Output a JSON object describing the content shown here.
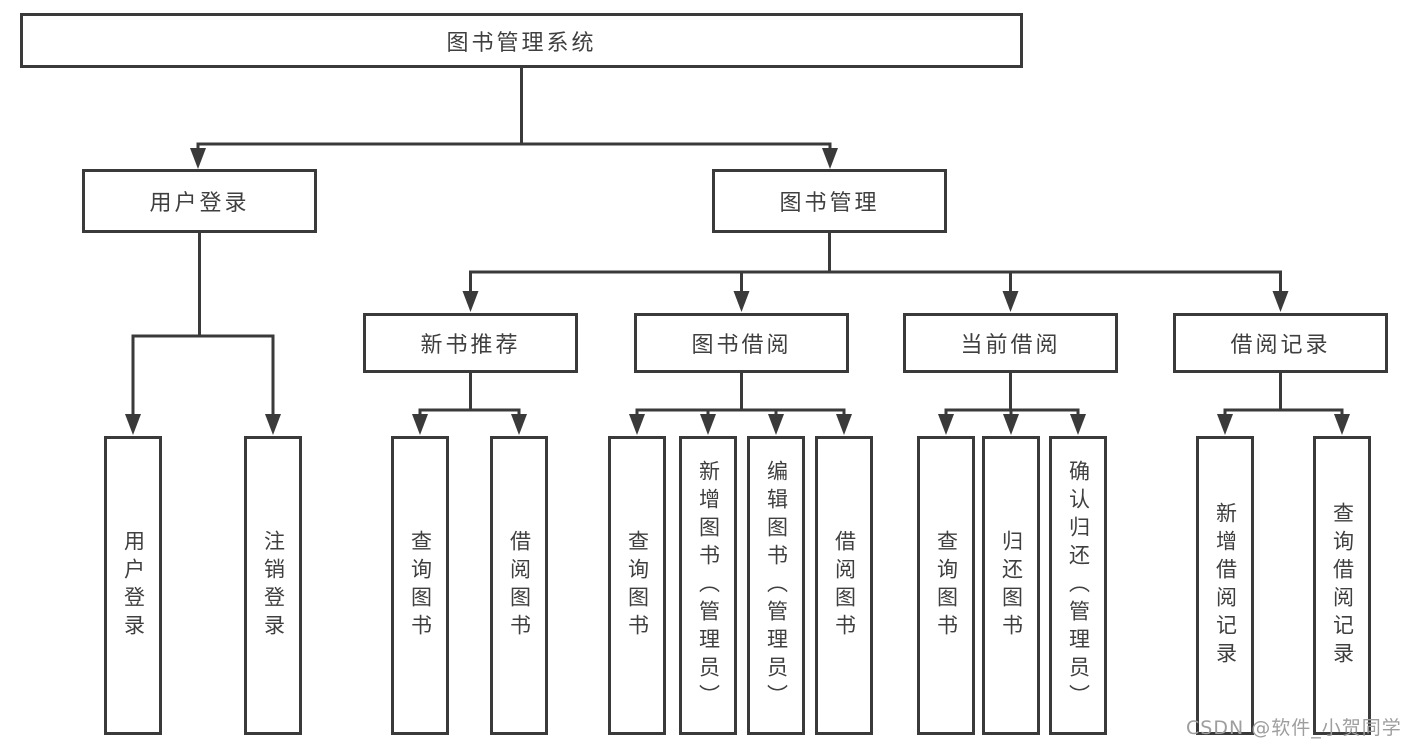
{
  "diagram": {
    "title": "图书管理系统",
    "user_login": {
      "label": "用户登录",
      "leaves": [
        {
          "label": "用户登录"
        },
        {
          "label": "注销登录"
        }
      ]
    },
    "book_management": {
      "label": "图书管理",
      "sections": [
        {
          "label": "新书推荐",
          "leaves": [
            {
              "label": "查询图书"
            },
            {
              "label": "借阅图书"
            }
          ]
        },
        {
          "label": "图书借阅",
          "leaves": [
            {
              "label": "查询图书"
            },
            {
              "label": "新增图书（管理员）"
            },
            {
              "label": "编辑图书（管理员）"
            },
            {
              "label": "借阅图书"
            }
          ]
        },
        {
          "label": "当前借阅",
          "leaves": [
            {
              "label": "查询图书"
            },
            {
              "label": "归还图书"
            },
            {
              "label": "确认归还（管理员）"
            }
          ]
        },
        {
          "label": "借阅记录",
          "leaves": [
            {
              "label": "新增借阅记录"
            },
            {
              "label": "查询借阅记录"
            }
          ]
        }
      ]
    }
  },
  "watermark": "CSDN @软件_小贺同学",
  "colors": {
    "line": "#3a3a3a",
    "text": "#3f3f3f",
    "watermark": "#9e9e9e",
    "background": "#ffffff"
  }
}
